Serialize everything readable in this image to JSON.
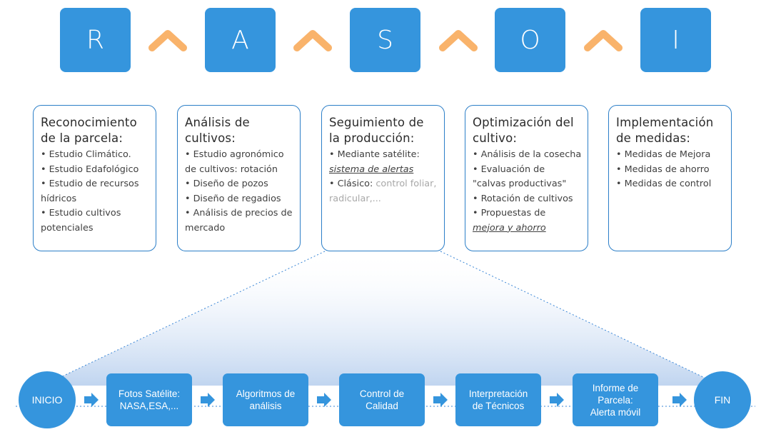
{
  "acronym": {
    "letters": [
      "R",
      "A",
      "S",
      "O",
      "I"
    ]
  },
  "cards": [
    {
      "title_lines": [
        "Reconocimiento",
        "de la parcela:"
      ],
      "items": [
        "Estudio Climático.",
        "Estudio Edafológico",
        "Estudio de recursos",
        "hídricos",
        "Estudio cultivos",
        "potenciales"
      ]
    },
    {
      "title_lines": [
        "Análisis de",
        "cultivos:"
      ],
      "items": [
        "Estudio agronómico",
        "de cultivos: rotación",
        "Diseño de pozos",
        "Diseño de regadios",
        "Análisis de precios de",
        "mercado"
      ]
    },
    {
      "title_lines": [
        "Seguimiento de",
        "la producción:"
      ],
      "items": [
        "Mediante satélite:",
        "sistema de alertas",
        "Clásico:",
        "control foliar,",
        "radicular,..."
      ]
    },
    {
      "title_lines": [
        "Optimización del",
        "cultivo:"
      ],
      "items": [
        "Análisis de la cosecha",
        "Evaluación de",
        "\"calvas productivas\"",
        "Rotación de cultivos",
        "Propuestas de",
        "mejora y ahorro"
      ]
    },
    {
      "title_lines": [
        "Implementación",
        "de medidas:"
      ],
      "items": [
        "Medidas de Mejora",
        "Medidas de ahorro",
        "Medidas de control"
      ]
    }
  ],
  "pipeline": {
    "start": "INICIO",
    "end": "FIN",
    "steps": [
      [
        "Fotos Satélite:",
        "NASA,ESA,..."
      ],
      [
        "Algoritmos de",
        "análisis"
      ],
      [
        "Control de",
        "Calidad"
      ],
      [
        "Interpretación",
        "de Técnicos"
      ],
      [
        "Informe de",
        "Parcela:",
        "Alerta móvil"
      ]
    ]
  },
  "colors": {
    "box_blue": "#3595dd",
    "chevron_orange": "#f9b36b",
    "card_border": "#2c7fc8"
  }
}
